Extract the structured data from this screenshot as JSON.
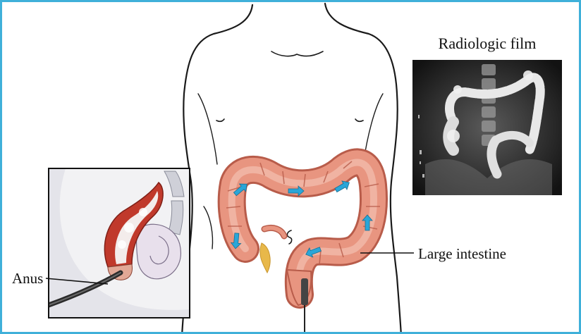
{
  "labels": {
    "film_title": "Radiologic film",
    "anus": "Anus",
    "large_intestine": "Large intestine"
  },
  "colors": {
    "frame_border": "#3fb0d9",
    "intestine": "#e89580",
    "intestine_dark": "#b85c4a",
    "flow_arrow": "#2aa6d8",
    "xray_bg": "#1c1c1c",
    "contrast": "#e8e8e8",
    "rectum_wall": "#c0392b",
    "appendix_fat": "#e8b84a"
  },
  "icons": {
    "body_outline": "torso-outline-icon",
    "flow_arrows": "arrow-icon",
    "scope": "endoscope-icon"
  }
}
